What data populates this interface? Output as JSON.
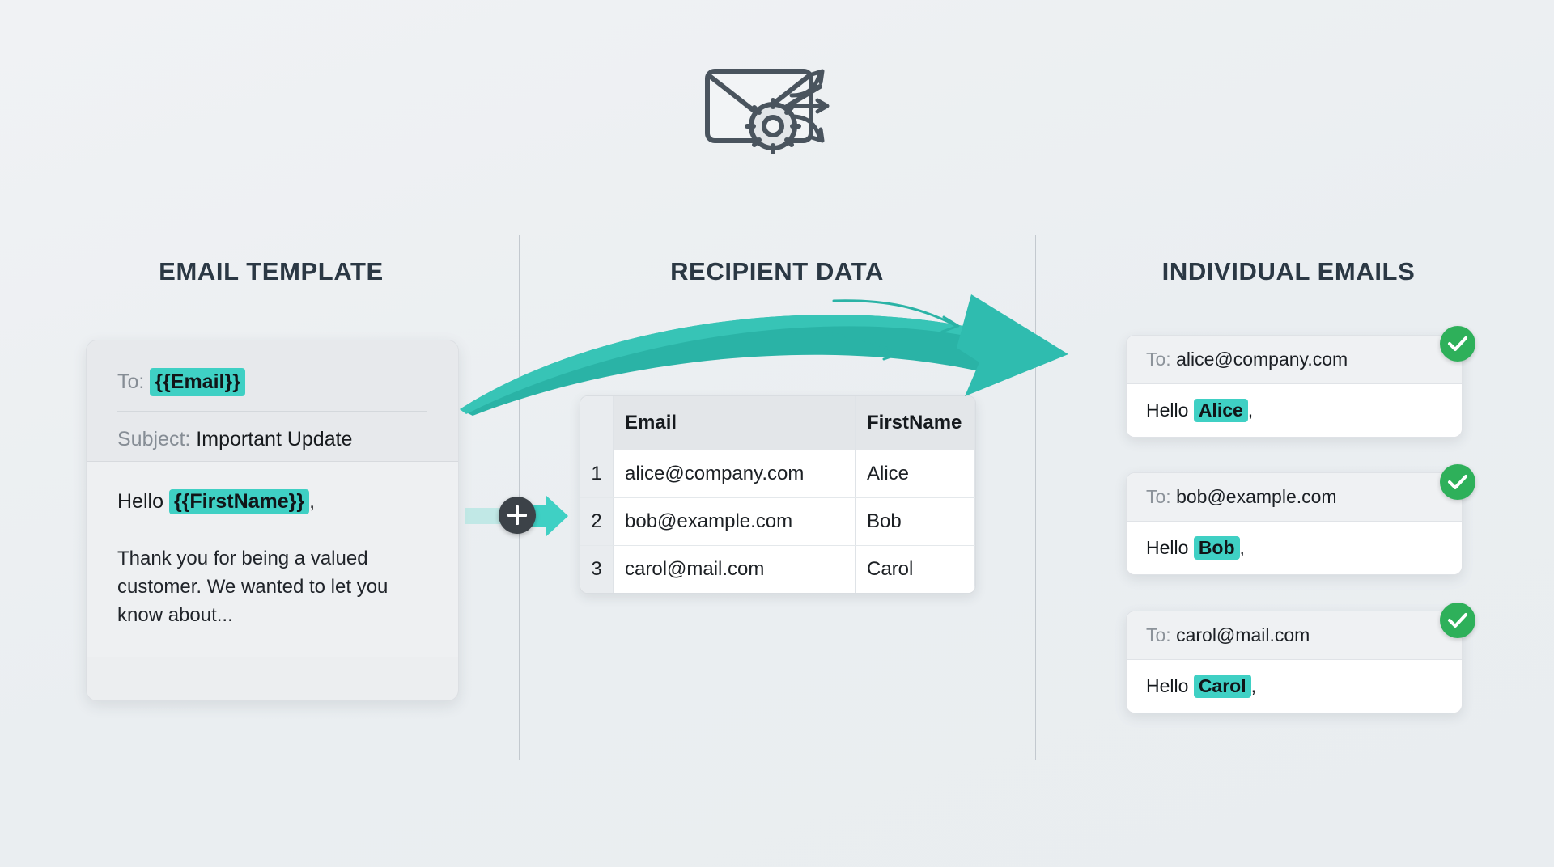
{
  "header": {
    "icon": "envelope-gear-arrows-icon"
  },
  "columns": {
    "template_title": "EMAIL TEMPLATE",
    "data_title": "RECIPIENT DATA",
    "emails_title": "INDIVIDUAL EMAILS"
  },
  "template": {
    "to_label": "To:",
    "to_token": "{{Email}}",
    "subject_label": "Subject:",
    "subject_value": "Important Update",
    "greeting_prefix": "Hello",
    "greeting_token": "{{FirstName}}",
    "greeting_suffix": ",",
    "paragraph": "Thank you for being a valued customer. We wanted to let you know about..."
  },
  "connector": {
    "plus_symbol": "+"
  },
  "recipients": {
    "headers": [
      "",
      "Email",
      "FirstName"
    ],
    "rows": [
      {
        "num": "1",
        "email": "alice@company.com",
        "firstname": "Alice"
      },
      {
        "num": "2",
        "email": "bob@example.com",
        "firstname": "Bob"
      },
      {
        "num": "3",
        "email": "carol@mail.com",
        "firstname": "Carol"
      }
    ]
  },
  "results": [
    {
      "to_label": "To:",
      "to_value": "alice@company.com",
      "greeting_prefix": "Hello",
      "name": "Alice",
      "greeting_suffix": ",",
      "status": "sent"
    },
    {
      "to_label": "To:",
      "to_value": "bob@example.com",
      "greeting_prefix": "Hello",
      "name": "Bob",
      "greeting_suffix": ",",
      "status": "sent"
    },
    {
      "to_label": "To:",
      "to_value": "carol@mail.com",
      "greeting_prefix": "Hello",
      "name": "Carol",
      "greeting_suffix": ",",
      "status": "sent"
    }
  ],
  "colors": {
    "accent_teal": "#3fd0c4",
    "arrow_teal": "#2ab3a6",
    "success_green": "#2eb05a",
    "title_dark": "#2b3844",
    "background": "#eef1f3"
  }
}
